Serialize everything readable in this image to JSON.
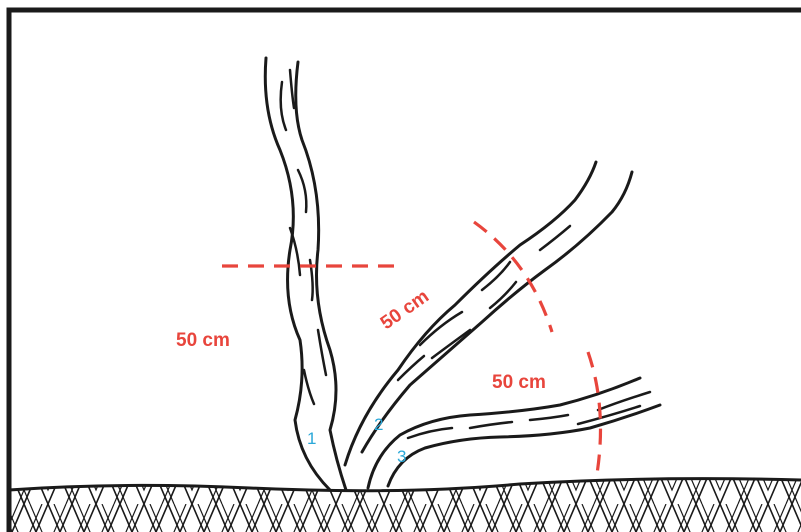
{
  "diagram": {
    "colors": {
      "ink": "#1a1a1a",
      "measure": "#e8453c",
      "stem_number": "#2aa8d8",
      "frame": "#1a1a1a"
    },
    "measurement_labels": {
      "stem_1": "50 cm",
      "stem_2": "50 cm",
      "stem_3": "50 cm"
    },
    "stem_numbers": {
      "stem_1": "1",
      "stem_2": "2",
      "stem_3": "3"
    }
  }
}
